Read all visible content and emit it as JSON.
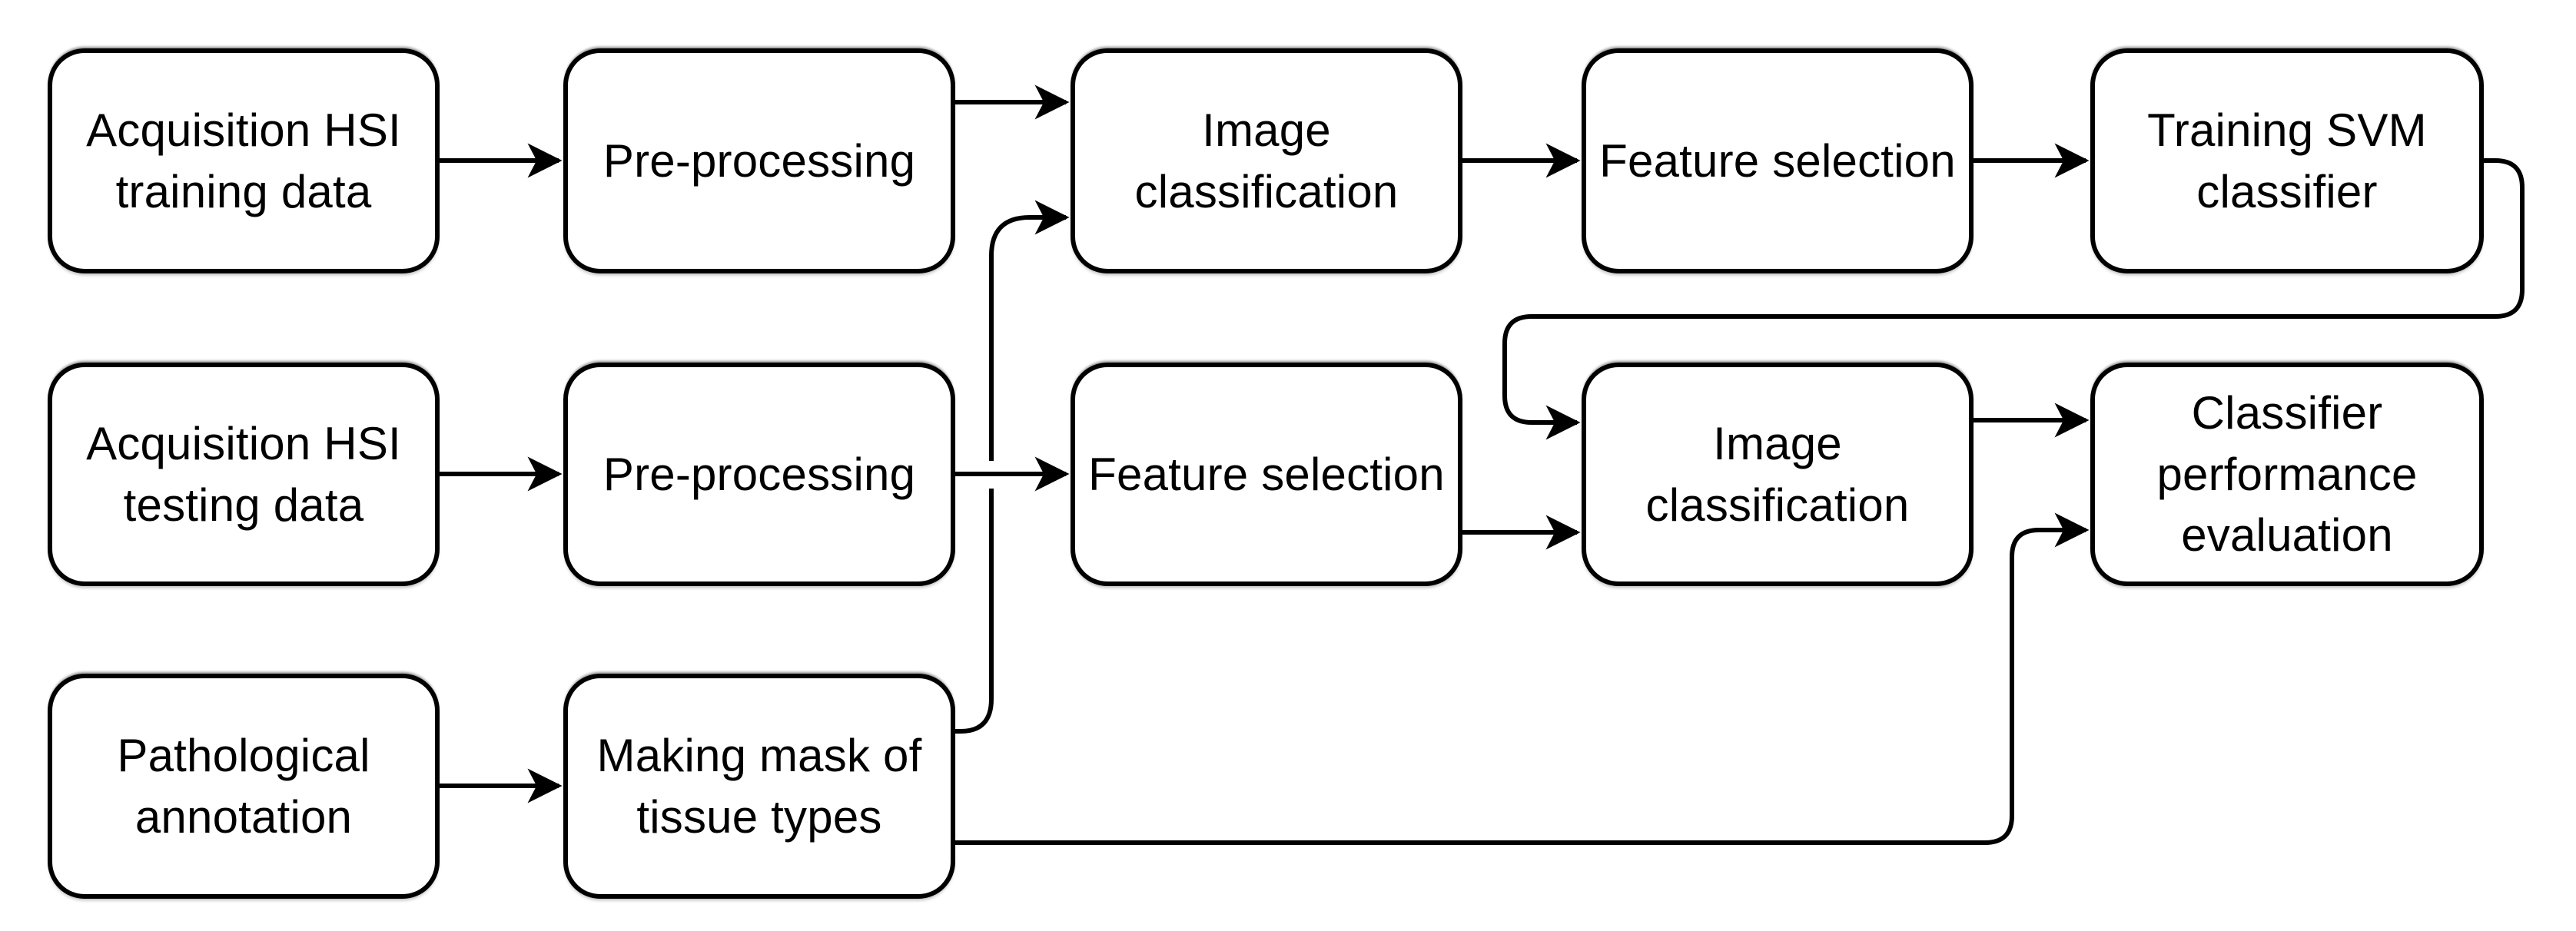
{
  "diagram": {
    "colors": {
      "background": "#ffffff",
      "node_fill": "#ffffff",
      "node_stroke": "#000000",
      "text": "#000000"
    },
    "nodes": {
      "acq_training": {
        "label": "Acquisition HSI\ntraining data"
      },
      "pre_training": {
        "label": "Pre-processing"
      },
      "img_class_train": {
        "label": "Image\nclassification"
      },
      "feat_sel_train": {
        "label": "Feature selection"
      },
      "train_svm": {
        "label": "Training SVM\nclassifier"
      },
      "acq_testing": {
        "label": "Acquisition HSI\ntesting data"
      },
      "pre_testing": {
        "label": "Pre-processing"
      },
      "feat_sel_test": {
        "label": "Feature selection"
      },
      "img_class_test": {
        "label": "Image\nclassification"
      },
      "clf_eval": {
        "label": "Classifier\nperformance\nevaluation"
      },
      "path_annot": {
        "label": "Pathological\nannotation"
      },
      "mask_tissue": {
        "label": "Making mask of\ntissue types"
      }
    },
    "edges": [
      {
        "from": "acq_training",
        "to": "pre_training"
      },
      {
        "from": "pre_training",
        "to": "img_class_train"
      },
      {
        "from": "img_class_train",
        "to": "feat_sel_train"
      },
      {
        "from": "feat_sel_train",
        "to": "train_svm"
      },
      {
        "from": "acq_testing",
        "to": "pre_testing"
      },
      {
        "from": "pre_testing",
        "to": "feat_sel_test"
      },
      {
        "from": "feat_sel_test",
        "to": "img_class_test"
      },
      {
        "from": "train_svm",
        "to": "img_class_test"
      },
      {
        "from": "img_class_test",
        "to": "clf_eval"
      },
      {
        "from": "path_annot",
        "to": "mask_tissue"
      },
      {
        "from": "mask_tissue",
        "to": "img_class_train"
      },
      {
        "from": "mask_tissue",
        "to": "clf_eval"
      }
    ]
  }
}
